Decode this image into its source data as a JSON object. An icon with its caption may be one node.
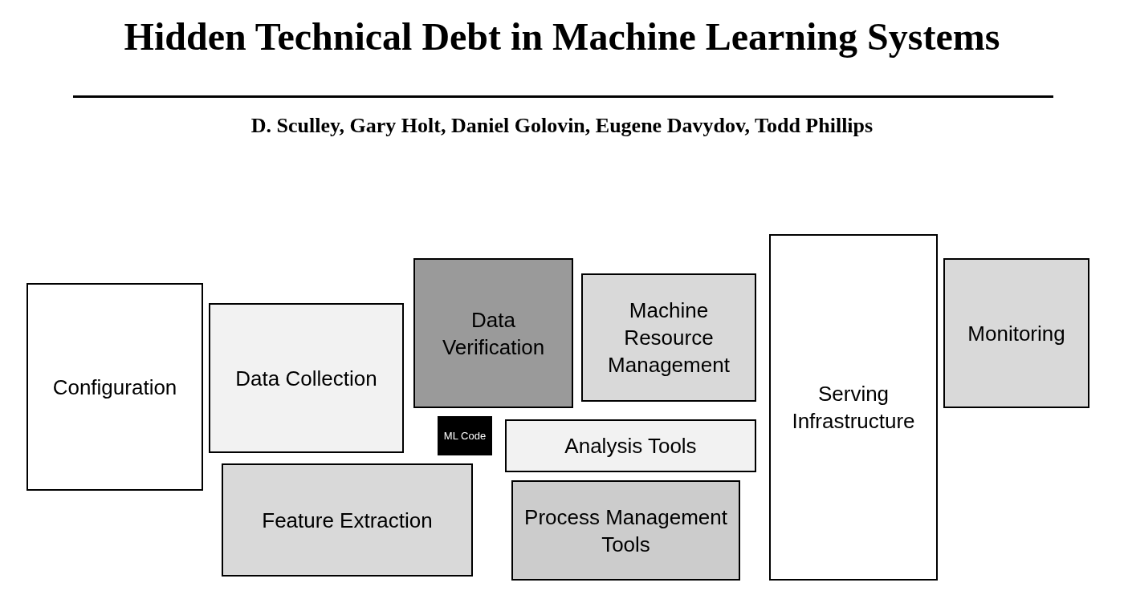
{
  "diagram": {
    "title": "Hidden Technical Debt in Machine Learning Systems",
    "nodes": [
      {
        "text": [
          "Configuration"
        ]
      },
      {
        "text": [
          "Data Collection"
        ]
      },
      {
        "text": [
          "Data Verification"
        ]
      },
      {
        "text": [
          "Machine Resource Management"
        ]
      },
      {
        "text": [
          "Serving Infrastructure"
        ]
      },
      {
        "text": [
          "Monitoring"
        ]
      },
      {
        "text": [
          "ML Code"
        ]
      },
      {
        "text": [
          "Analysis Tools"
        ]
      },
      {
        "text": [
          "Feature Extraction"
        ]
      },
      {
        "text": [
          "Process Management Tools"
        ]
      }
    ],
    "labels": [
      "D. Sculley, Gary Holt, Daniel Golovin, Eugene Davydov, Todd Phillips"
    ]
  }
}
